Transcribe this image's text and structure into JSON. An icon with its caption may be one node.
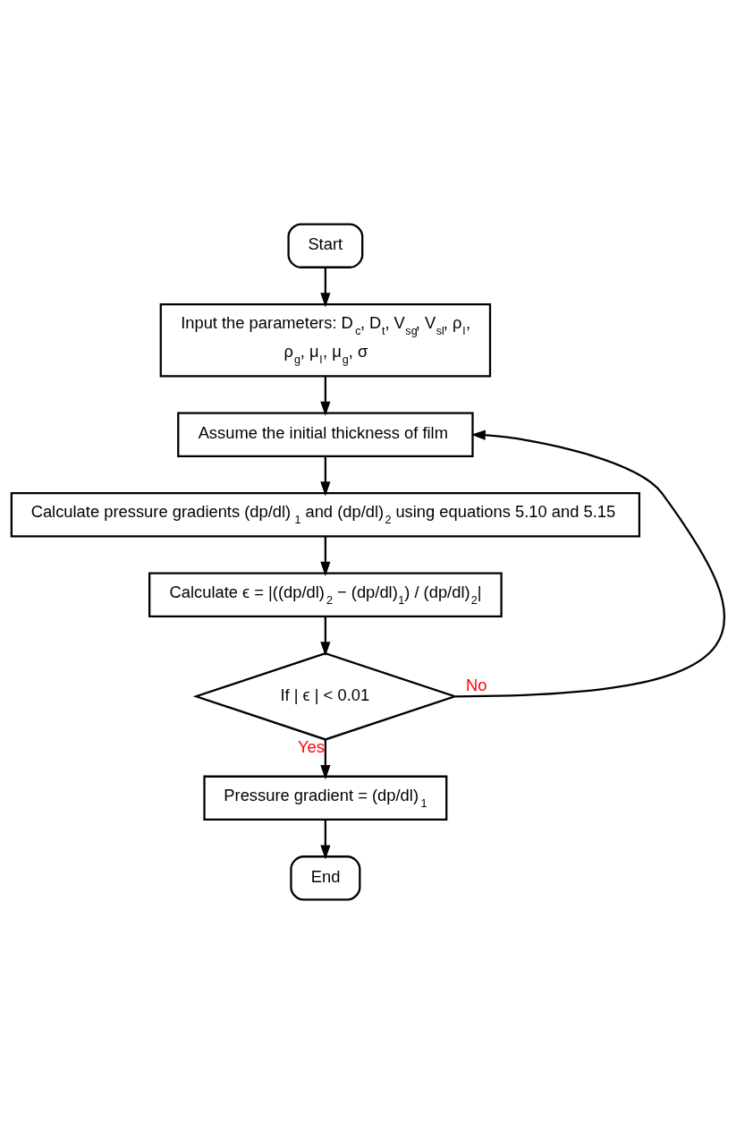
{
  "diagram": {
    "nodes": [
      {
        "text": [
          "Start"
        ]
      },
      {
        "text": [
          "Input the parameters: D$_{c}$, D$_{t}$, V$_{sg}$, V$_{sl}$, ρ$_{l}$, ρ$_{g}$, μ$_{l}$, μ$_{g}$, σ"
        ]
      },
      {
        "text": [
          "Assume the initial thickness of film"
        ]
      },
      {
        "text": [
          "Calculate pressure gradients (dp/dl)$_{1}$ and (dp/dl)$_{2}$ using equations 5.10 and 5.15"
        ]
      },
      {
        "text": [
          "Calculate ϵ = |((dp/dl)$_{2}$ − (dp/dl)$_{1}$) / (dp/dl)$_{2}$|"
        ]
      },
      {
        "text": [
          "If | ϵ | < 0.01"
        ]
      },
      {
        "text": [
          "Pressure gradient = (dp/dl)$_{1}$"
        ]
      },
      {
        "text": [
          "End"
        ]
      }
    ],
    "edges": [
      {
        "from": 0,
        "to": 1,
        "arrow": "to"
      },
      {
        "from": 1,
        "to": 2,
        "arrow": "to"
      },
      {
        "from": 2,
        "to": 3,
        "arrow": "to"
      },
      {
        "from": 3,
        "to": 4,
        "arrow": "to"
      },
      {
        "from": 4,
        "to": 5,
        "arrow": "to"
      },
      {
        "from": 5,
        "to": 2,
        "arrow": "to",
        "label": "No"
      },
      {
        "from": 5,
        "to": 6,
        "arrow": "to",
        "label": "Yes"
      },
      {
        "from": 6,
        "to": 7,
        "arrow": "to"
      }
    ]
  }
}
